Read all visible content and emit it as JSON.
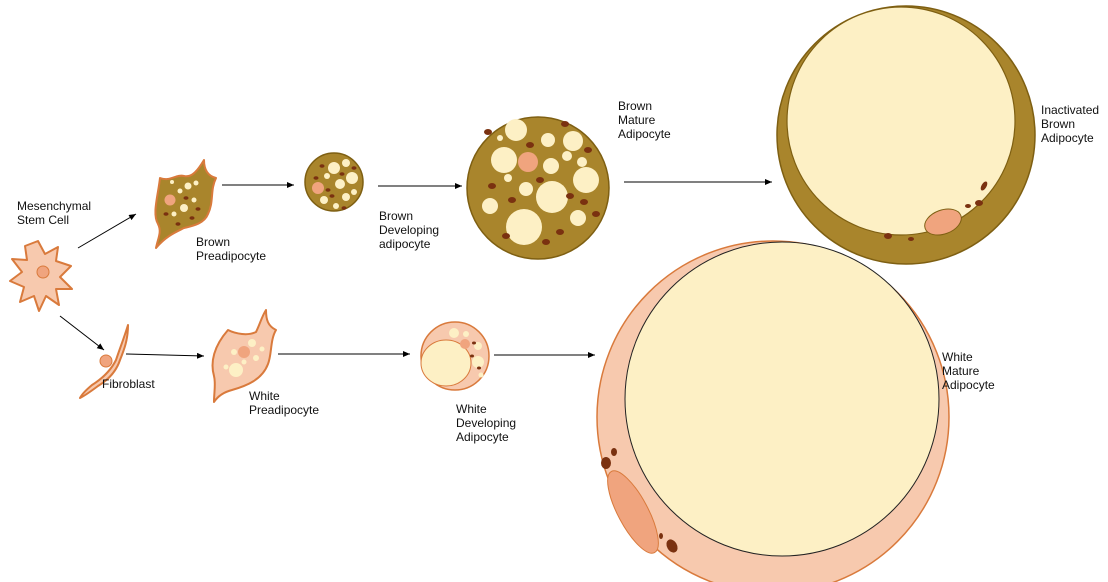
{
  "colors": {
    "brown_cytoplasm": "#a9852c",
    "brown_outline": "#7e5f12",
    "white_cytoplasm": "#f7c9ae",
    "white_outline": "#d97a3c",
    "lipid_droplet": "#fdf0c5",
    "nucleus": "#f0a47e",
    "mitochondria": "#7a3110",
    "arrow": "#000000",
    "text": "#111111"
  },
  "labels": {
    "stem_cell": [
      "Mesenchymal",
      "Stem Cell"
    ],
    "brown_preadipocyte": [
      "Brown",
      "Preadipocyte"
    ],
    "brown_developing": [
      "Brown",
      "Developing",
      "adipocyte"
    ],
    "brown_mature": [
      "Brown",
      "Mature",
      "Adipocyte"
    ],
    "inactivated_brown": [
      "Inactivated",
      "Brown",
      "Adipocyte"
    ],
    "fibroblast": [
      "Fibroblast"
    ],
    "white_preadipocyte": [
      "White",
      "Preadipocyte"
    ],
    "white_developing": [
      "White",
      "Developing",
      "Adipocyte"
    ],
    "white_mature": [
      "White",
      "Mature",
      "Adipocyte"
    ]
  }
}
